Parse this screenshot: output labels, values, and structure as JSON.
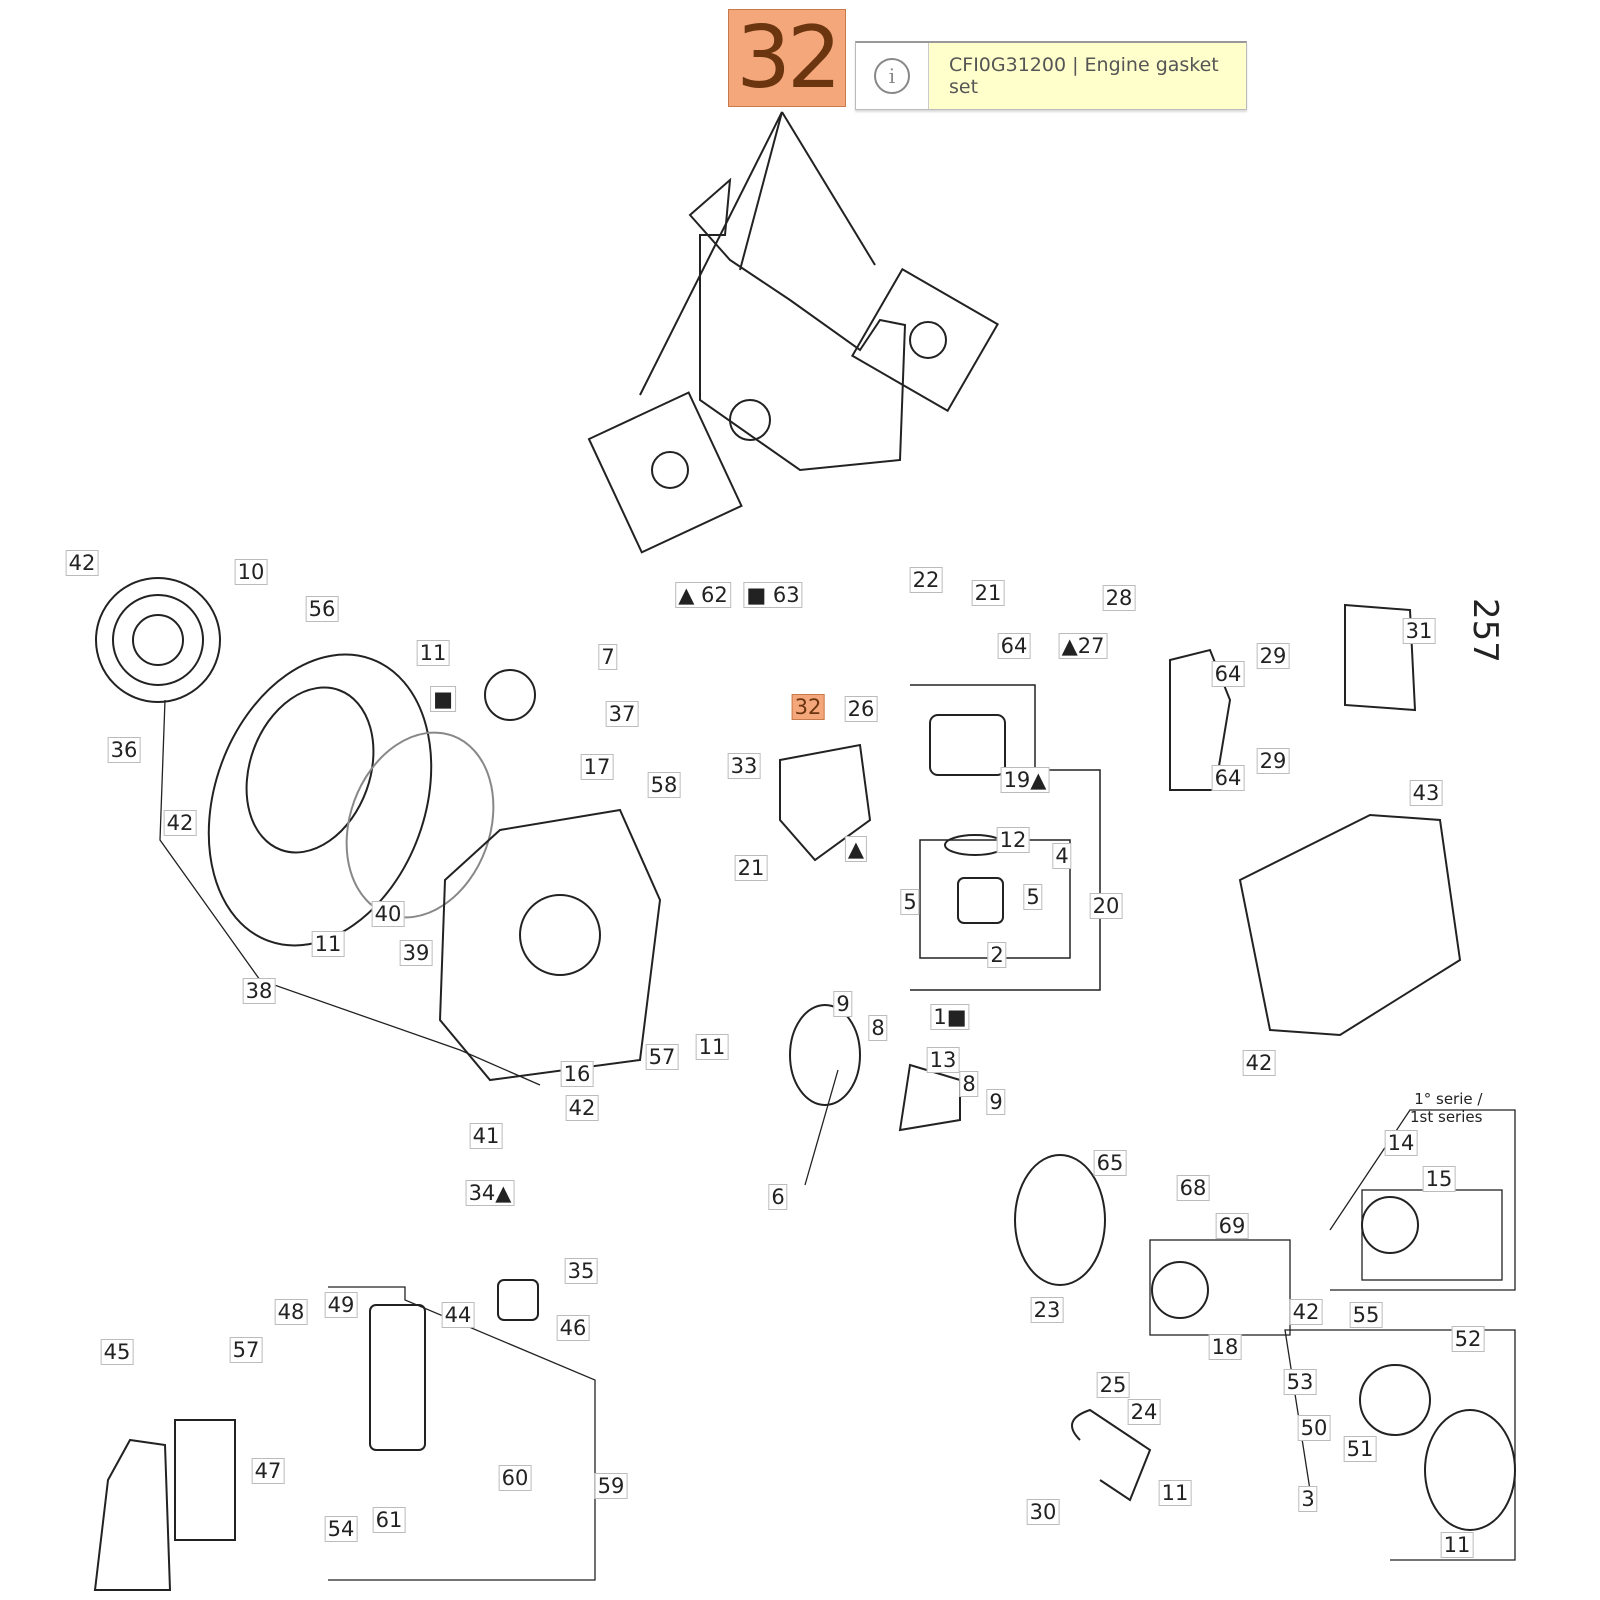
{
  "tooltip": {
    "selected_callout": "32",
    "icon": "info-icon",
    "text": "CFI0G31200 | Engine gasket set"
  },
  "page_number": "257",
  "series_note": {
    "line1": "1° serie /",
    "line2": "1st series"
  },
  "callouts": [
    "42",
    "10",
    "56",
    "11",
    "7",
    "■",
    "37",
    "36",
    "17",
    "58",
    "42",
    "40",
    "11",
    "39",
    "38",
    "16",
    "57",
    "42",
    "41",
    "▲ 62",
    "■ 63",
    "22",
    "21",
    "64",
    "▲27",
    "28",
    "29",
    "64",
    "31",
    "29",
    "64",
    "43",
    "32",
    "26",
    "33",
    "21",
    "▲",
    "19▲",
    "12",
    "4",
    "5",
    "5",
    "20",
    "2",
    "9",
    "8",
    "1■",
    "11",
    "13",
    "8",
    "9",
    "6",
    "65",
    "68",
    "69",
    "23",
    "14",
    "15",
    "42",
    "18",
    "42",
    "55",
    "52",
    "53",
    "50",
    "51",
    "3",
    "11",
    "25",
    "24",
    "11",
    "30",
    "34▲",
    "35",
    "44",
    "46",
    "49",
    "48",
    "57",
    "45",
    "47",
    "60",
    "59",
    "54",
    "61"
  ],
  "highlight_color": "#f4a77a"
}
